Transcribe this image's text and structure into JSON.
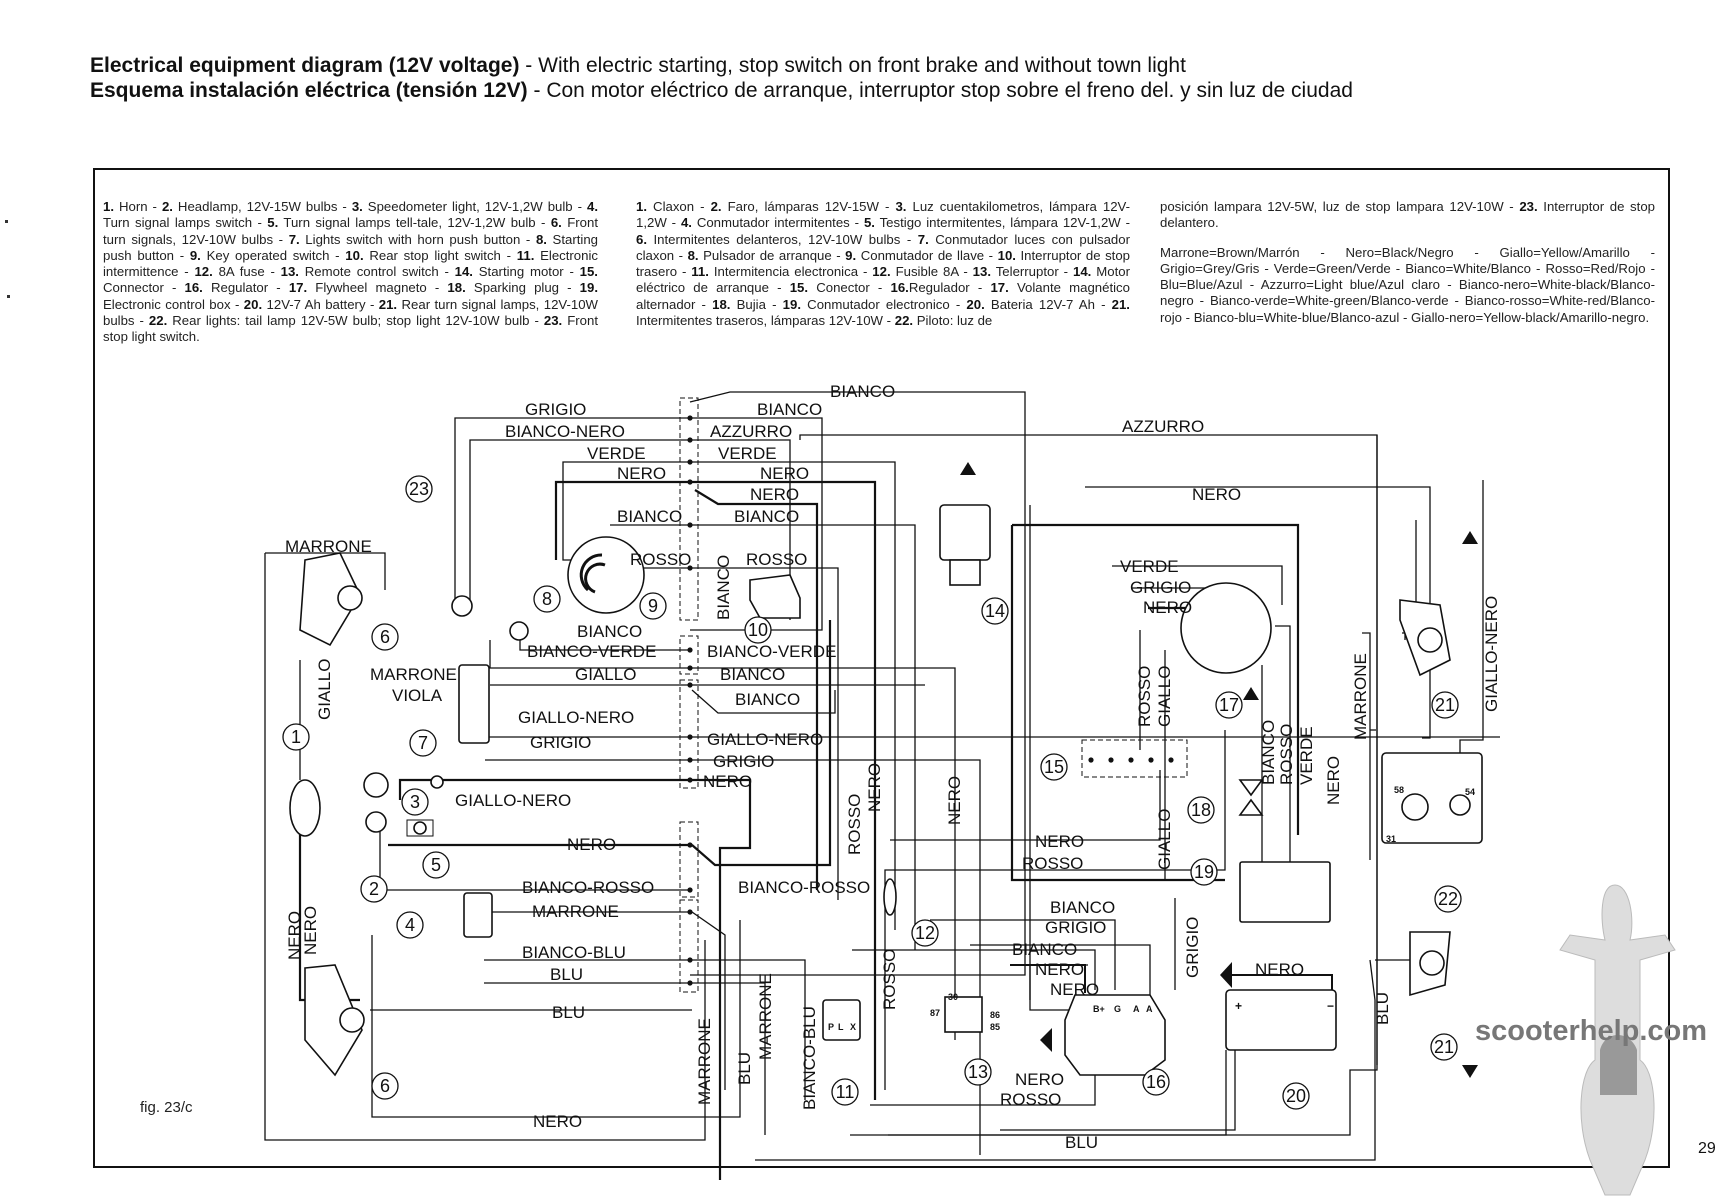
{
  "header": {
    "title_en_bold": "Electrical equipment diagram (12V voltage)",
    "title_en_rest": " - With electric starting, stop switch on front brake and without town light",
    "title_es_bold": "Esquema instalación eléctrica (tensión 12V)",
    "title_es_rest": " - Con motor eléctrico de arranque, interruptor stop sobre el freno del. y sin luz de ciudad"
  },
  "legend_en": [
    {
      "n": "1.",
      "t": " Horn - "
    },
    {
      "n": "2.",
      "t": " Headlamp, 12V-15W bulbs - "
    },
    {
      "n": "3.",
      "t": " Speedometer light, 12V-1,2W bulb - "
    },
    {
      "n": "4.",
      "t": " Turn signal lamps switch - "
    },
    {
      "n": "5.",
      "t": " Turn signal lamps tell-tale, 12V-1,2W bulb - "
    },
    {
      "n": "6.",
      "t": " Front turn signals, 12V-10W bulbs - "
    },
    {
      "n": "7.",
      "t": " Lights switch with horn push button - "
    },
    {
      "n": "8.",
      "t": " Starting push button - "
    },
    {
      "n": "9.",
      "t": " Key operated switch - "
    },
    {
      "n": "10.",
      "t": " Rear stop light switch - "
    },
    {
      "n": "11.",
      "t": " Electronic intermittence - "
    },
    {
      "n": "12.",
      "t": " 8A fuse - "
    },
    {
      "n": "13.",
      "t": " Remote control switch - "
    },
    {
      "n": "14.",
      "t": " Starting motor - "
    },
    {
      "n": "15.",
      "t": " Connector - "
    },
    {
      "n": "16.",
      "t": " Regulator - "
    },
    {
      "n": "17.",
      "t": " Flywheel magneto - "
    },
    {
      "n": "18.",
      "t": " Sparking plug - "
    },
    {
      "n": "19.",
      "t": " Electronic control box - "
    },
    {
      "n": "20.",
      "t": " 12V-7 Ah battery - "
    },
    {
      "n": "21.",
      "t": " Rear turn signal lamps, 12V-10W bulbs - "
    },
    {
      "n": "22.",
      "t": " Rear lights: tail lamp 12V-5W bulb; stop light 12V-10W bulb - "
    },
    {
      "n": "23.",
      "t": " Front stop light switch."
    }
  ],
  "legend_es": [
    {
      "n": "1.",
      "t": " Claxon - "
    },
    {
      "n": "2.",
      "t": " Faro, lámparas 12V-15W - "
    },
    {
      "n": "3.",
      "t": " Luz cuentakilometros, lámpara 12V-1,2W - "
    },
    {
      "n": "4.",
      "t": " Conmutador intermitentes - "
    },
    {
      "n": "5.",
      "t": " Testigo intermitentes, lámpara 12V-1,2W - "
    },
    {
      "n": "6.",
      "t": " Intermitentes delanteros, 12V-10W bulbs - "
    },
    {
      "n": "7.",
      "t": " Conmutador luces con pulsador claxon - "
    },
    {
      "n": "8.",
      "t": " Pulsador de arranque - "
    },
    {
      "n": "9.",
      "t": " Conmutador de llave - "
    },
    {
      "n": "10.",
      "t": " Interruptor de stop trasero - "
    },
    {
      "n": "11.",
      "t": " Intermitencia electronica - "
    },
    {
      "n": "12.",
      "t": " Fusible 8A - "
    },
    {
      "n": "13.",
      "t": " Telerruptor - "
    },
    {
      "n": "14.",
      "t": " Motor eléctrico de arranque - "
    },
    {
      "n": "15.",
      "t": " Conector - "
    },
    {
      "n": "16.",
      "t": "Regulador - "
    },
    {
      "n": "17.",
      "t": " Volante magnético alternador - "
    },
    {
      "n": "18.",
      "t": " Bujia - "
    },
    {
      "n": "19.",
      "t": " Conmutador electronico - "
    },
    {
      "n": "20.",
      "t": " Bateria 12V-7 Ah - "
    },
    {
      "n": "21.",
      "t": " Intermitentes traseros, lámparas 12V-10W - "
    },
    {
      "n": "22.",
      "t": " Piloto: luz de posición lampara 12V-5W, luz de stop lampara 12V-10W - "
    },
    {
      "n": "23.",
      "t": " Interruptor de stop delantero."
    }
  ],
  "color_key": "Marrone=Brown/Marrón - Nero=Black/Negro - Giallo=Yellow/Amarillo - Grigio=Grey/Gris - Verde=Green/Verde - Bianco=White/Blanco - Rosso=Red/Rojo - Blu=Blue/Azul - Azzurro=Light blue/Azul claro - Bianco-nero=White-black/Blanco-negro - Bianco-verde=White-green/Blanco-verde - Bianco-rosso=White-red/Blanco-rojo - Bianco-blu=White-blue/Blanco-azul - Giallo-nero=Yellow-black/Amarillo-negro.",
  "wire_labels": {
    "bianco_top": "BIANCO",
    "grigio_l": "GRIGIO",
    "bianco_r1": "BIANCO",
    "bianco_nero": "BIANCO-NERO",
    "azzurro_r": "AZZURRO",
    "azzurro_far": "AZZURRO",
    "verde_l": "VERDE",
    "verde_r": "VERDE",
    "nero_l1": "NERO",
    "nero_r1": "NERO",
    "nero_r2": "NERO",
    "nero_far": "NERO",
    "bianco_l2": "BIANCO",
    "bianco_r2": "BIANCO",
    "rosso_l": "ROSSO",
    "rosso_r": "ROSSO",
    "bianco_vert": "BIANCO",
    "marrone_top": "MARRONE",
    "bianco_l3": "BIANCO",
    "bianco_verde_l": "BIANCO-VERDE",
    "bianco_verde_r": "BIANCO-VERDE",
    "giallo_l": "GIALLO",
    "bianco_r3": "BIANCO",
    "bianco_r4": "BIANCO",
    "marrone_sw": "MARRONE",
    "viola": "VIOLA",
    "giallo_nero_l": "GIALLO-NERO",
    "giallo_nero_r": "GIALLO-NERO",
    "grigio_l2": "GRIGIO",
    "grigio_r2": "GRIGIO",
    "nero_r3": "NERO",
    "giallo_nero_box": "GIALLO-NERO",
    "nero_l4": "NERO",
    "bianco_rosso_l": "BIANCO-ROSSO",
    "bianco_rosso_r": "BIANCO-ROSSO",
    "marrone_l": "MARRONE",
    "bianco_blu_l": "BIANCO-BLU",
    "blu_l1": "BLU",
    "blu_l2": "BLU",
    "nero_bottom": "NERO",
    "blu_bottom": "BLU",
    "giallo_vert": "GIALLO",
    "nero_vert1": "NERO",
    "nero_vert2": "NERO",
    "rosso_vert1": "ROSSO",
    "nero_vert3": "NERO",
    "nero_vert4": "NERO",
    "marrone_vert1": "MARRONE",
    "blu_vert1": "BLU",
    "marrone_vert2": "MARRONE",
    "bianco_blu_vert": "BIANCO-BLU",
    "rosso_vert2": "ROSSO",
    "verde_17": "VERDE",
    "grigio_17": "GRIGIO",
    "nero_17": "NERO",
    "rosso_vert3": "ROSSO",
    "giallo_vert2": "GIALLO",
    "giallo_vert3": "GIALLO",
    "bianco_vert2": "BIANCO",
    "rosso_vert4": "ROSSO",
    "verde_vert": "VERDE",
    "nero_vert5": "NERO",
    "marrone_vert3": "MARRONE",
    "giallo_nero_vert": "GIALLO-NERO",
    "nero_mid": "NERO",
    "rosso_mid": "ROSSO",
    "bianco_16a": "BIANCO",
    "grigio_16": "GRIGIO",
    "bianco_16b": "BIANCO",
    "nero_16a": "NERO",
    "nero_16b": "NERO",
    "grigio_vert16": "GRIGIO",
    "nero_batt": "NERO",
    "nero_bot2": "NERO",
    "rosso_bot2": "ROSSO",
    "blu_vert2": "BLU",
    "blu_final": "BLU"
  },
  "component_numbers": [
    "1",
    "2",
    "3",
    "4",
    "5",
    "6",
    "6",
    "7",
    "8",
    "9",
    "10",
    "11",
    "12",
    "13",
    "14",
    "15",
    "16",
    "17",
    "18",
    "19",
    "20",
    "21",
    "21",
    "22",
    "23"
  ],
  "terminal_labels": {
    "t30": "30",
    "t87": "87",
    "t86": "86",
    "t85": "85",
    "p": "P",
    "l": "L",
    "x": "X",
    "b_plus": "B+",
    "g": "G",
    "a1": "A",
    "a2": "A",
    "t58": "58",
    "t54": "54",
    "t31": "31",
    "plus": "+",
    "minus": "−"
  },
  "figure_caption": "fig. 23/c",
  "page_number": "29",
  "watermark": "scooterhelp.com"
}
